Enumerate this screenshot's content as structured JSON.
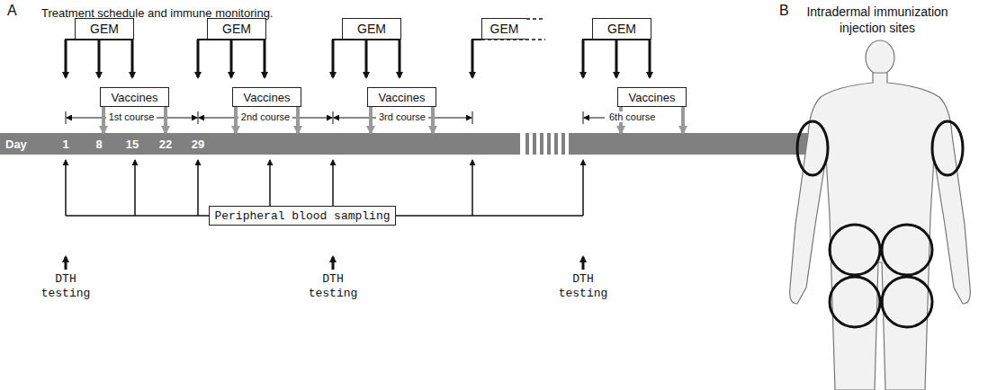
{
  "diagram": {
    "nodes": [
      {
        "text": [
          "GEM"
        ]
      },
      {
        "text": [
          "Vaccines"
        ]
      },
      {
        "text": [
          "GEM"
        ]
      },
      {
        "text": [
          "Vaccines"
        ]
      },
      {
        "text": [
          "GEM"
        ]
      },
      {
        "text": [
          "Vaccines"
        ]
      },
      {
        "text": [
          "GEM"
        ]
      },
      {
        "text": [
          "GEM"
        ]
      },
      {
        "text": [
          "Vaccines"
        ]
      },
      {
        "text": [
          "Day",
          "1",
          "8",
          "15",
          "22",
          "29"
        ]
      },
      {
        "text": [
          "Peripheral blood sampling"
        ]
      }
    ],
    "edges": [
      {
        "from": 1,
        "to": 9,
        "arrow": "to"
      },
      {
        "from": 1,
        "to": 9,
        "arrow": "to"
      },
      {
        "from": 3,
        "to": 9,
        "arrow": "to"
      },
      {
        "from": 3,
        "to": 9,
        "arrow": "to"
      },
      {
        "from": 5,
        "to": 9,
        "arrow": "to"
      },
      {
        "from": 5,
        "to": 9,
        "arrow": "to"
      },
      {
        "from": 8,
        "to": 9,
        "arrow": "to"
      },
      {
        "from": 8,
        "to": 9,
        "arrow": "to"
      }
    ],
    "labels": [
      "A",
      "Treatment schedule and immune monitoring.",
      "1st course",
      "2nd course",
      "3rd course",
      "6th course",
      "DTH testing",
      "DTH testing",
      "DTH testing",
      "B",
      "Intradermal immunization injection sites"
    ]
  }
}
